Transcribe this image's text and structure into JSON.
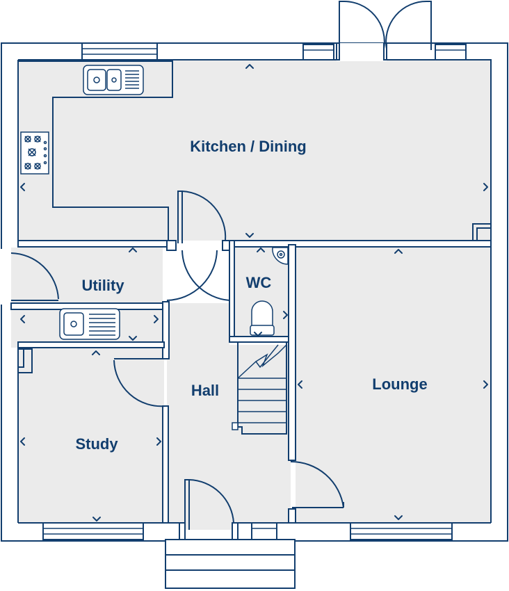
{
  "plan": {
    "colors": {
      "line": "#123e6e",
      "floor": "#ebebeb",
      "background": "#ffffff"
    },
    "rooms": {
      "kitchen_dining": "Kitchen / Dining",
      "utility": "Utility",
      "wc": "WC",
      "hall": "Hall",
      "lounge": "Lounge",
      "study": "Study"
    },
    "fixtures": [
      "kitchen-sink-icon",
      "hob-icon",
      "utility-sink-icon",
      "wc-basin-icon",
      "toilet-icon",
      "staircase-icon",
      "french-doors-icon",
      "entrance-steps-icon"
    ]
  }
}
